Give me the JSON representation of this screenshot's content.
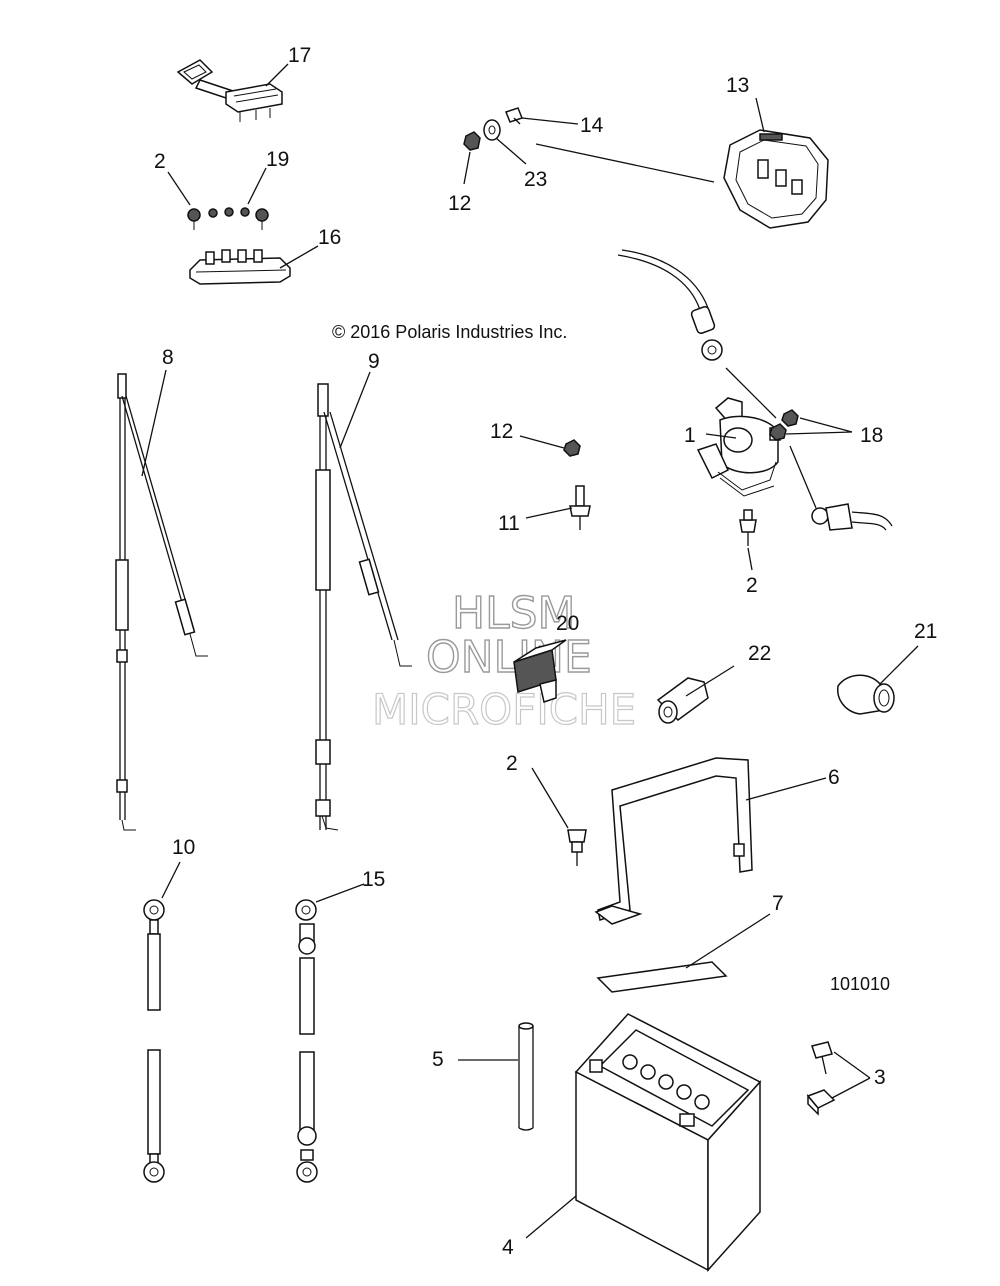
{
  "diagram": {
    "copyright": "© 2016 Polaris Industries Inc.",
    "reference_number": "101010",
    "watermark": {
      "line1": "HLSM",
      "line2": "ONLINE",
      "line3": "MICROFICHE"
    },
    "callouts": [
      {
        "id": "c17",
        "label": "17"
      },
      {
        "id": "c2a",
        "label": "2"
      },
      {
        "id": "c19",
        "label": "19"
      },
      {
        "id": "c16",
        "label": "16"
      },
      {
        "id": "c13",
        "label": "13"
      },
      {
        "id": "c14",
        "label": "14"
      },
      {
        "id": "c23",
        "label": "23"
      },
      {
        "id": "c12a",
        "label": "12"
      },
      {
        "id": "c8",
        "label": "8"
      },
      {
        "id": "c9",
        "label": "9"
      },
      {
        "id": "c12b",
        "label": "12"
      },
      {
        "id": "c1",
        "label": "1"
      },
      {
        "id": "c18",
        "label": "18"
      },
      {
        "id": "c11",
        "label": "11"
      },
      {
        "id": "c2b",
        "label": "2"
      },
      {
        "id": "c20",
        "label": "20"
      },
      {
        "id": "c22",
        "label": "22"
      },
      {
        "id": "c21",
        "label": "21"
      },
      {
        "id": "c6",
        "label": "6"
      },
      {
        "id": "c2c",
        "label": "2"
      },
      {
        "id": "c10",
        "label": "10"
      },
      {
        "id": "c15",
        "label": "15"
      },
      {
        "id": "c7",
        "label": "7"
      },
      {
        "id": "c5",
        "label": "5"
      },
      {
        "id": "c3",
        "label": "3"
      },
      {
        "id": "c4",
        "label": "4"
      }
    ]
  }
}
